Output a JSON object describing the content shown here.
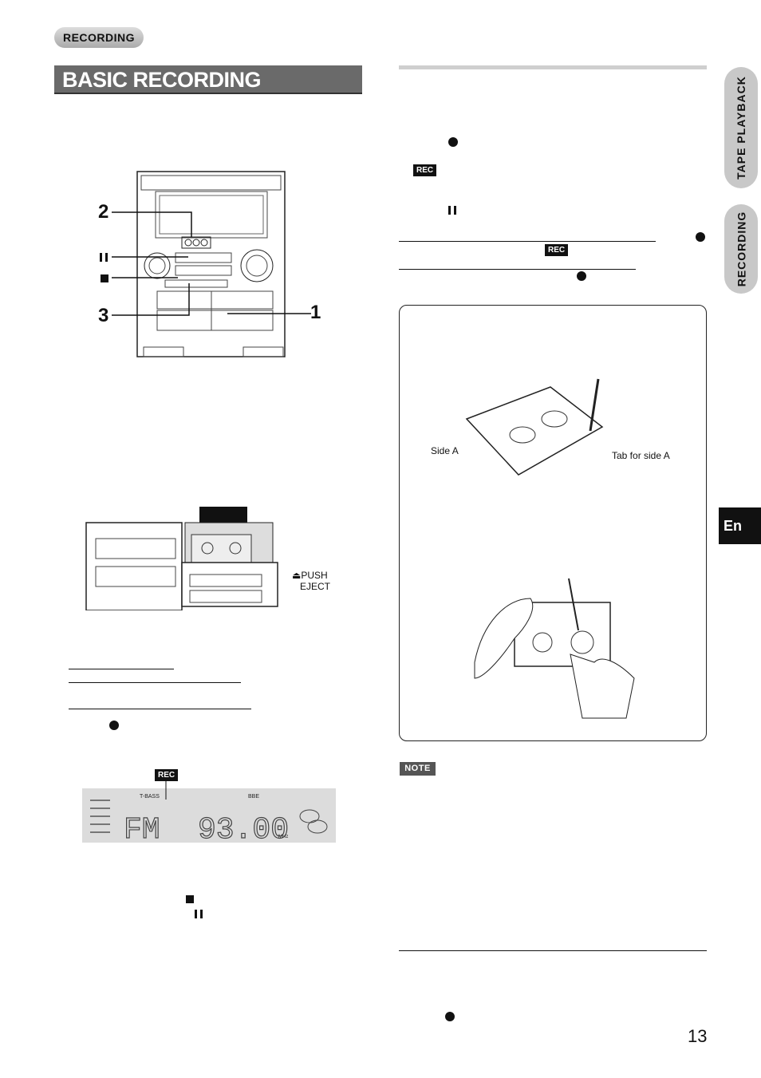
{
  "header": {
    "section": "RECORDING",
    "title": "BASIC RECORDING"
  },
  "side_tabs": {
    "tape_playback": "TAPE PLAYBACK",
    "recording": "RECORDING",
    "language": "En"
  },
  "figure_unit": {
    "labels": [
      "2",
      "3",
      "1"
    ]
  },
  "figure_deck": {
    "push_eject": "PUSH",
    "eject": "EJECT"
  },
  "figure_cassette": {
    "side_a": "Side A",
    "tab": "Tab for side A"
  },
  "badges": {
    "rec": "REC",
    "note": "NOTE"
  },
  "display": {
    "tbass": "T-BASS",
    "bbe": "BBE",
    "band": "FM",
    "freq": "93.00",
    "unit": "MHz"
  },
  "page": {
    "number": "13"
  }
}
